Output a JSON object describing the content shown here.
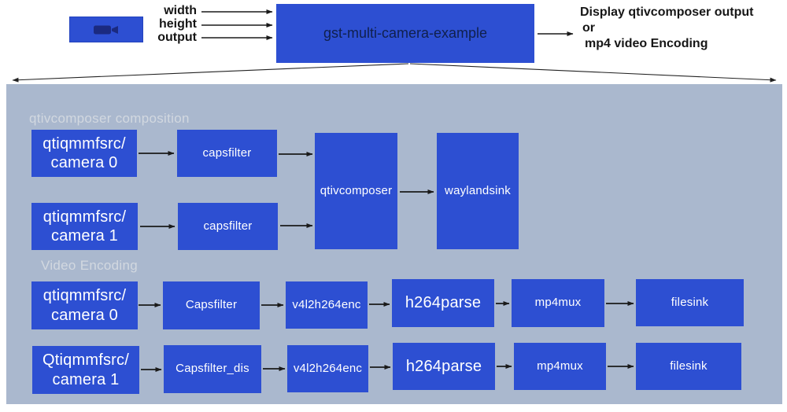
{
  "colors": {
    "box_blue": "#2d4fd2",
    "panel_gray": "#aab8ce",
    "main_box_text": "#10204d",
    "section_label_text": "#d2d8e0",
    "arrow_black": "#1a1a1a",
    "camera_glyph_navy": "#1b2a80"
  },
  "top": {
    "params": {
      "p0": "width",
      "p1": "height",
      "p2": "output"
    },
    "main_label": "gst-multi-camera-example",
    "result_line1": "Display qtivcomposer output",
    "result_line2": "or",
    "result_line3": "mp4 video Encoding"
  },
  "composition": {
    "section_label": "qtivcomposer composition",
    "cam0_line1": "qtiqmmfsrc/",
    "cam0_line2": "camera 0",
    "caps0": "capsfilter",
    "cam1_line1": "qtiqmmfsrc/",
    "cam1_line2": "camera 1",
    "caps1": "capsfilter",
    "composer": "qtivcomposer",
    "sink": "waylandsink"
  },
  "encoding": {
    "section_label": "Video Encoding",
    "row0": {
      "src_line1": "qtiqmmfsrc/",
      "src_line2": "camera 0",
      "caps": "Capsfilter",
      "enc": "v4l2h264enc",
      "parse": "h264parse",
      "mux": "mp4mux",
      "sink": "filesink"
    },
    "row1": {
      "src_line1": "Qtiqmmfsrc/",
      "src_line2": "camera 1",
      "caps": "Capsfilter_dis",
      "enc": "v4l2h264enc",
      "parse": "h264parse",
      "mux": "mp4mux",
      "sink": "filesink"
    }
  }
}
